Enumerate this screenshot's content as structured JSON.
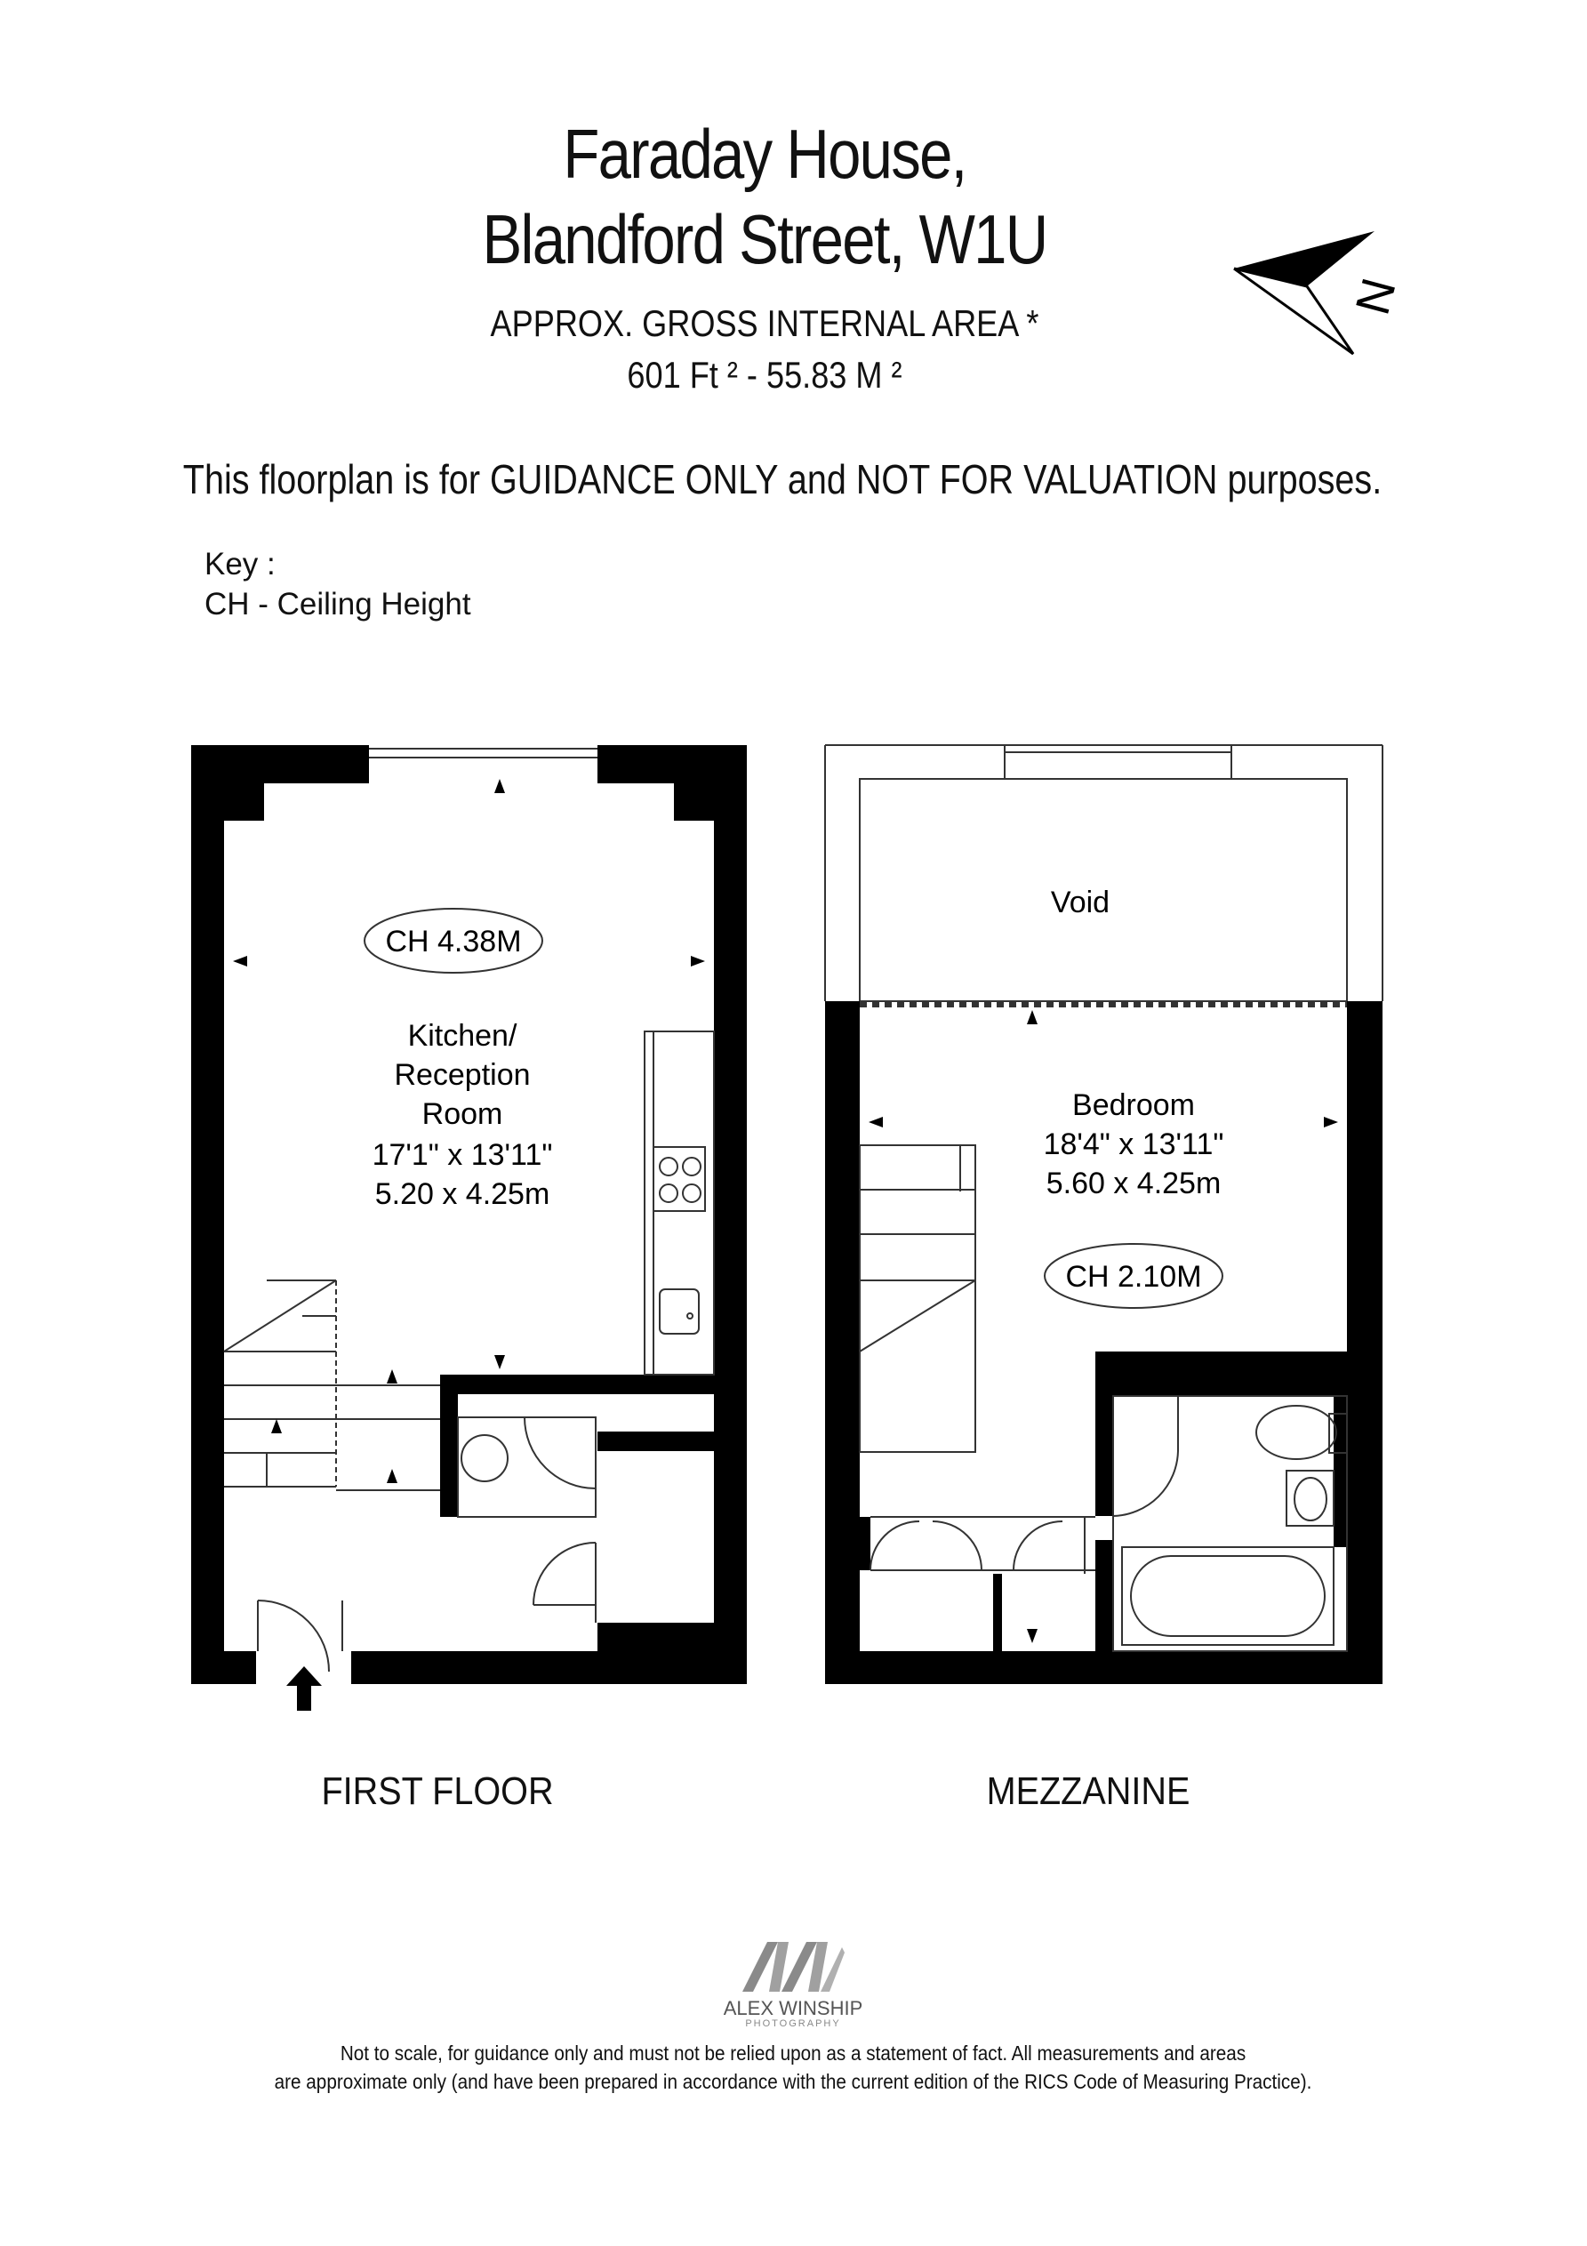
{
  "header": {
    "title_line1": "Faraday House,",
    "title_line2": "Blandford Street, W1U",
    "area_line1": "APPROX. GROSS INTERNAL  AREA *",
    "area_line2": "601 Ft ² - 55.83 M ²"
  },
  "guidance": "This floorplan is for GUIDANCE ONLY and NOT FOR VALUATION purposes.",
  "key": {
    "label": "Key :",
    "item": "CH - Ceiling Height"
  },
  "compass": {
    "letter": "N"
  },
  "first_floor": {
    "label": "FIRST FLOOR",
    "ceiling": "CH 4.38M",
    "room": {
      "line1": "Kitchen/",
      "line2": "Reception",
      "line3": "Room",
      "imperial": "17'1\" x 13'11\"",
      "metric": "5.20 x 4.25m"
    }
  },
  "mezzanine": {
    "label": "MEZZANINE",
    "void": "Void",
    "ceiling": "CH 2.10M",
    "room": {
      "line1": "Bedroom",
      "imperial": "18'4\" x 13'11\"",
      "metric": "5.60 x 4.25m"
    }
  },
  "logo": {
    "name": "ALEX WINSHIP",
    "sub": "PHOTOGRAPHY"
  },
  "disclaimer": {
    "line1": "Not to scale, for guidance only and must not be relied upon as a statement of fact. All measurements and areas",
    "line2": "are approximate only (and have been prepared in accordance with the current edition of the RICS Code of Measuring Practice)."
  },
  "colors": {
    "wall": "#000000",
    "line": "#333333",
    "logo": "#8a8a8a"
  }
}
